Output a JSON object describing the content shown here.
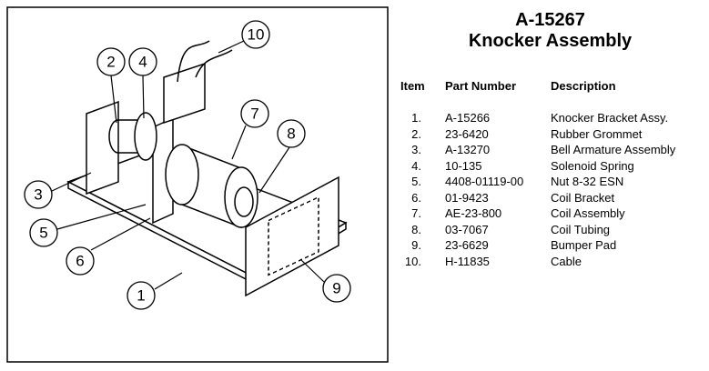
{
  "title": {
    "part_number": "A-15267",
    "name": "Knocker Assembly"
  },
  "table": {
    "headers": {
      "item": "Item",
      "part_number": "Part Number",
      "description": "Description"
    },
    "rows": [
      {
        "item": "1.",
        "part_number": "A-15266",
        "description": "Knocker Bracket Assy."
      },
      {
        "item": "2.",
        "part_number": "23-6420",
        "description": "Rubber Grommet"
      },
      {
        "item": "3.",
        "part_number": "A-13270",
        "description": "Bell Armature Assembly"
      },
      {
        "item": "4.",
        "part_number": "10-135",
        "description": "Solenoid Spring"
      },
      {
        "item": "5.",
        "part_number": "4408-01119-00",
        "description": "Nut 8-32 ESN"
      },
      {
        "item": "6.",
        "part_number": "01-9423",
        "description": "Coil Bracket"
      },
      {
        "item": "7.",
        "part_number": "AE-23-800",
        "description": "Coil Assembly"
      },
      {
        "item": "8.",
        "part_number": "03-7067",
        "description": "Coil Tubing"
      },
      {
        "item": "9.",
        "part_number": "23-6629",
        "description": "Bumper Pad"
      },
      {
        "item": "10.",
        "part_number": "H-11835",
        "description": "Cable"
      }
    ]
  },
  "callouts": [
    "1",
    "2",
    "3",
    "4",
    "5",
    "6",
    "7",
    "8",
    "9",
    "10"
  ]
}
